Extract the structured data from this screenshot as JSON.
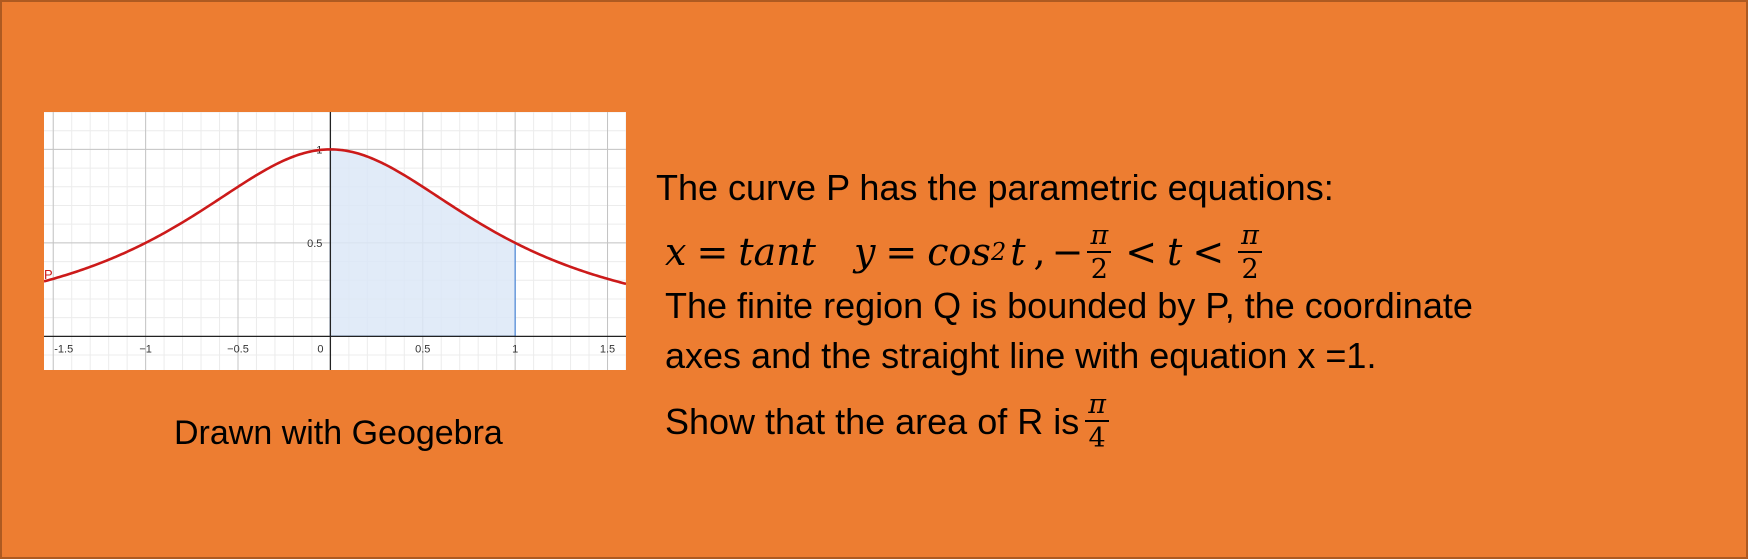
{
  "graph": {
    "curve_label": "P",
    "x_tick_labels": [
      "-1.5",
      "−1",
      "−0.5",
      "0",
      "0.5",
      "1",
      "1.5"
    ],
    "y_tick_labels": [
      "0.5",
      "1"
    ],
    "colors": {
      "curve": "#cc1a1a",
      "shaded_region": "#dce8f7",
      "region_border": "#4a86d8",
      "axes": "#222222",
      "grid_major": "#c4c4c4",
      "grid_minor": "#ececec"
    }
  },
  "chart_data": {
    "type": "line",
    "series": [
      {
        "name": "P",
        "function": "y = 1/(1+x^2)",
        "x": [
          -1.55,
          -1.5,
          -1.25,
          -1,
          -0.75,
          -0.5,
          -0.25,
          0,
          0.25,
          0.5,
          0.75,
          1,
          1.25,
          1.5,
          1.6
        ],
        "y": [
          0.294,
          0.308,
          0.39,
          0.5,
          0.64,
          0.8,
          0.941,
          1,
          0.941,
          0.8,
          0.64,
          0.5,
          0.39,
          0.308,
          0.281
        ]
      }
    ],
    "shaded_region": {
      "x_from": 0,
      "x_to": 1
    },
    "xlim": [
      -1.55,
      1.6
    ],
    "ylim": [
      -0.18,
      1.2
    ],
    "grid": true
  },
  "caption": "Drawn with Geogebra",
  "problem": {
    "line1": "The curve P has the parametric equations:",
    "eq_x_lhs": "x",
    "eq_equals": "=",
    "eq_x_rhs": "tant",
    "eq_y_lhs": "y",
    "eq_y_rhs_base": "cos",
    "eq_y_rhs_exp": "2",
    "eq_y_rhs_var": "t",
    "eq_sep": ",",
    "eq_minus": "−",
    "eq_lt": "<",
    "eq_t": "t",
    "pi": "π",
    "two": "2",
    "line3": "The finite region Q is bounded by P, the coordinate",
    "line4": "axes and the straight line with equation x =1.",
    "line5": "Show that the area of R is",
    "answer_num": "π",
    "answer_den": "4"
  }
}
